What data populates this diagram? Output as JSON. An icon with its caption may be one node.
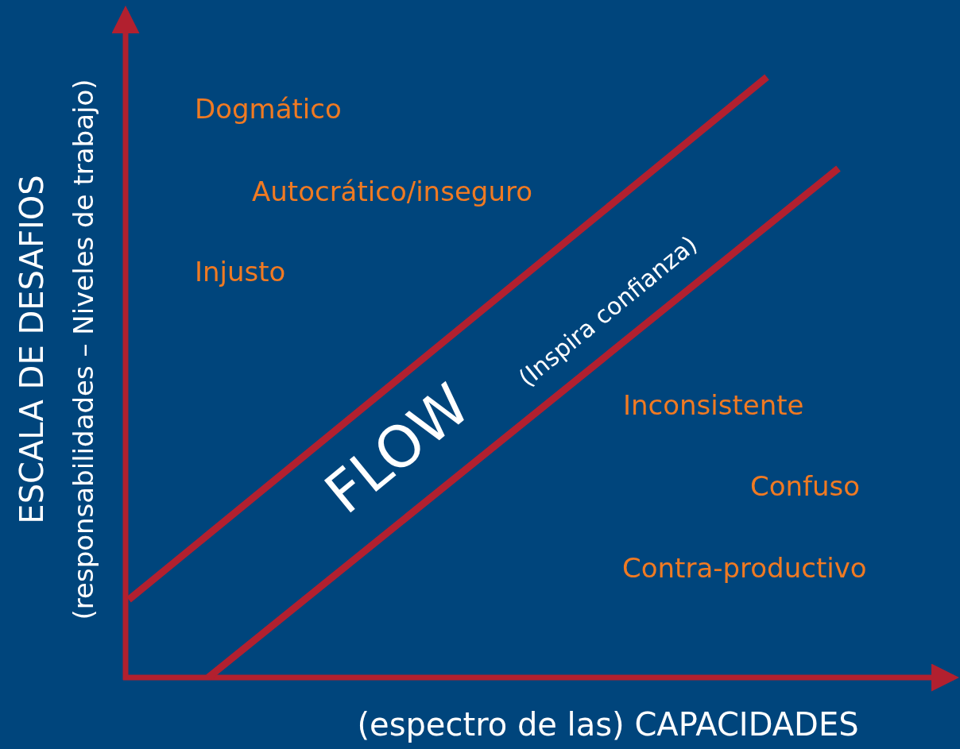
{
  "diagram": {
    "labels": [
      "ESCALA DE DESAFIOS",
      "(responsabilidades – Niveles de trabajo)",
      "Dogmático",
      "Autocrático/inseguro",
      "Injusto",
      "FLOW",
      "(Inspira confianza)",
      "Inconsistente",
      "Confuso",
      "Contra-productivo",
      "(espectro de las) CAPACIDADES"
    ]
  }
}
